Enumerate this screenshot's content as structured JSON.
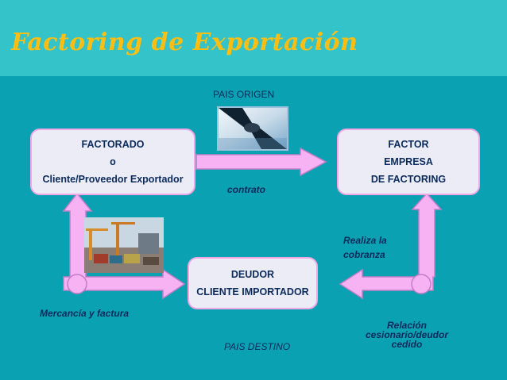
{
  "title": "Factoring de Exportación",
  "labels": {
    "pais_origen": "PAIS ORIGEN",
    "pais_destino": "PAIS DESTINO",
    "contrato": "contrato",
    "realiza_line1": "Realiza la",
    "realiza_line2": "cobranza",
    "mercancia": "Mercancía y factura",
    "relacion_line1": "Relación",
    "relacion_line2": "cesionario/deudor",
    "relacion_line3": "cedido"
  },
  "nodes": {
    "factorado": {
      "line1": "FACTORADO",
      "line2": "o",
      "line3": "Cliente/Proveedor Exportador"
    },
    "factor": {
      "line1": "FACTOR",
      "line2": "EMPRESA",
      "line3": "DE FACTORING"
    },
    "deudor": {
      "line1": "DEUDOR",
      "line2": "CLIENTE IMPORTADOR"
    }
  },
  "colors": {
    "background": "#0aa1b2",
    "title_band": "#33c3c9",
    "title_text": "#ffbe11",
    "arrow_fill": "#f6b2f2",
    "arrow_stroke": "#c27ec6",
    "node_fill": "#ececf6"
  },
  "images": {
    "handshake": "handshake-photo",
    "port": "port-cranes-photo"
  }
}
